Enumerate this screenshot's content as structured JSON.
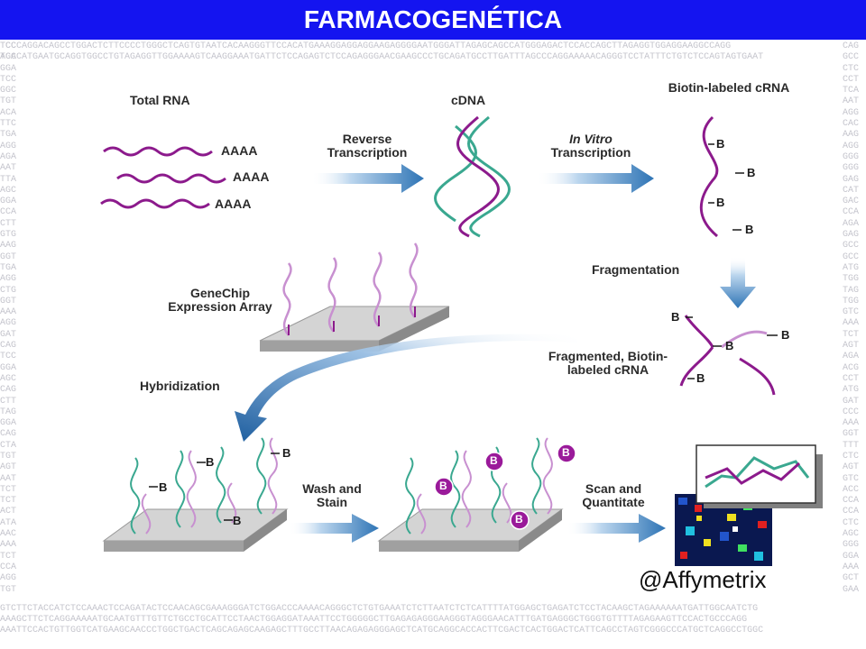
{
  "title": "FARMACOGENÉTICA",
  "background_dna": [
    "TCCCAGGACAGCCTGGACTCTTCCCCTGGGCTCAGTGTAATCACAAGGGTTCCACATGAAAGGAGGAGGAAGAGGGGAATGGGATTAGAGCAGCCATGGGAGACTCCACCAGCTTAGAGGTGGAGGAAGGCCAGG",
    "TGCCATGAATGCAGGTGGCCTGTAGAGGTTGGAAAAGTCAAGGAAATGATTCTCCAGAGTCTCCAGAGGGAACGAAGCCCTGCAGATGCCTTGATTTAGCCCAGGAAAAACAGGGTCCTATTTCTGTCTCCAGTAGTGAAT",
    "GTCTTCTACCATCTCCAAACTCCAGATACTCCAACAGCGAAAGGGATCTGGACCCAAAACAGGGCTCTGTGAAATCTCTTAATCTCTCATTTTATGGAGCTGAGATCTCCTACAAGCTAGAAAAAATGATTGGCAATCTG",
    "AAAGCTTCTCAGGAAAAATGCAATGTTTGTTCTGCCTGCATTCCTAACTGGAGGATAAATTCCTGGGGGCTTGAGAGAGGGAAGGGTAGGGAACATTTGATGAGGGCTGGGTGTTTTAGAGAAGTTCCACTGCCCAGG",
    "AAATTCCACTGTTGGTCATGAAGCAACCCTGGCTGACTCAGCAGAGCAAGAGCTTTGCCTTAACAGAGAGGGAGCTCATGCAGGCACCACTTCGACTCACTGGACTCATTCAGCCTAGTCGGGCCCATGCTCAGGCCTGGC"
  ],
  "labels": {
    "total_rna": "Total RNA",
    "cdna": "cDNA",
    "biotin_crna": "Biotin-labeled cRNA",
    "reverse_transcription": "Reverse Transcription",
    "in_vitro": "In Vitro",
    "transcription": "Transcription",
    "fragmentation": "Fragmentation",
    "genechip": "GeneChip Expression Array",
    "fragmented": "Fragmented, Biotin-labeled cRNA",
    "hybridization": "Hybridization",
    "wash_stain": "Wash and Stain",
    "scan": "Scan and Quantitate",
    "polya": "AAAA",
    "biotin": "B"
  },
  "credit": "@Affymetrix",
  "colors": {
    "title_bar": "#1414f0",
    "rna_purple": "#8c1a8c",
    "light_purple": "#c890d0",
    "teal": "#3aa890",
    "arrow_blue": "#2e74b5",
    "chip_gray": "#c8c8c8"
  }
}
